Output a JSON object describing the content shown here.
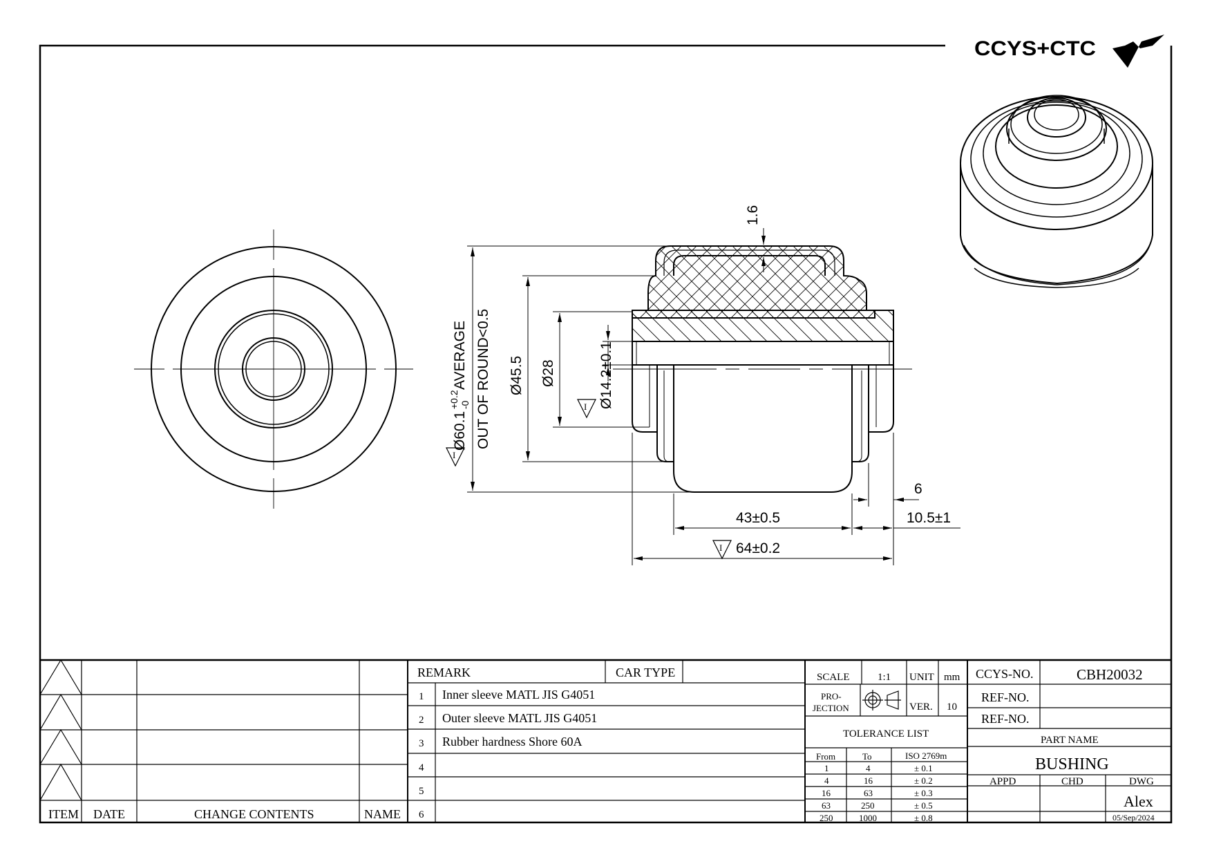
{
  "logo": {
    "text": "CCYS+CTC"
  },
  "dimensions": {
    "d_outer": "Ø60.1",
    "d_outer_tol_upper": "+0.2",
    "d_outer_tol_lower": "-0",
    "d_outer_note": "AVERAGE",
    "out_of_round": "OUT OF ROUND<0.5",
    "d_455": "Ø45.5",
    "d_28": "Ø28",
    "d_142": "Ø14.2±0.1",
    "thickness": "1.6",
    "len_43": "43±0.5",
    "len_64": "64±0.2",
    "len_6": "6",
    "len_105": "10.5±1",
    "inspect_mark": "I"
  },
  "change_table": {
    "headers": {
      "item": "ITEM",
      "date": "DATE",
      "contents": "CHANGE CONTENTS",
      "name": "NAME"
    }
  },
  "remarks": {
    "remark_label": "REMARK",
    "car_type_label": "CAR TYPE",
    "rows": [
      {
        "no": "1",
        "text": "Inner sleeve MATL JIS G4051"
      },
      {
        "no": "2",
        "text": "Outer sleeve MATL JIS G4051"
      },
      {
        "no": "3",
        "text": "Rubber hardness Shore 60A"
      },
      {
        "no": "4",
        "text": ""
      },
      {
        "no": "5",
        "text": ""
      },
      {
        "no": "6",
        "text": ""
      }
    ]
  },
  "spec": {
    "scale_label": "SCALE",
    "scale_value": "1:1",
    "unit_label": "UNIT",
    "unit_value": "mm",
    "projection_label_1": "PRO-",
    "projection_label_2": "JECTION",
    "ver_label": "VER.",
    "ver_value": "10",
    "tolerance_title": "TOLERANCE LIST",
    "tol_headers": [
      "From",
      "To",
      "ISO 2769m"
    ],
    "tolerances": [
      {
        "from": "1",
        "to": "4",
        "tol": "± 0.1"
      },
      {
        "from": "4",
        "to": "16",
        "tol": "± 0.2"
      },
      {
        "from": "16",
        "to": "63",
        "tol": "± 0.3"
      },
      {
        "from": "63",
        "to": "250",
        "tol": "± 0.5"
      },
      {
        "from": "250",
        "to": "1000",
        "tol": "± 0.8"
      }
    ]
  },
  "title_block": {
    "ccys_no_label": "CCYS-NO.",
    "ccys_no_value": "CBH20032",
    "ref_no_label_1": "REF-NO.",
    "ref_no_label_2": "REF-NO.",
    "part_name_label": "PART NAME",
    "part_name_value": "BUSHING",
    "appd_label": "APPD",
    "chd_label": "CHD",
    "dwg_label": "DWG",
    "dwg_name": "Alex",
    "dwg_date": "05/Sep/2024"
  }
}
